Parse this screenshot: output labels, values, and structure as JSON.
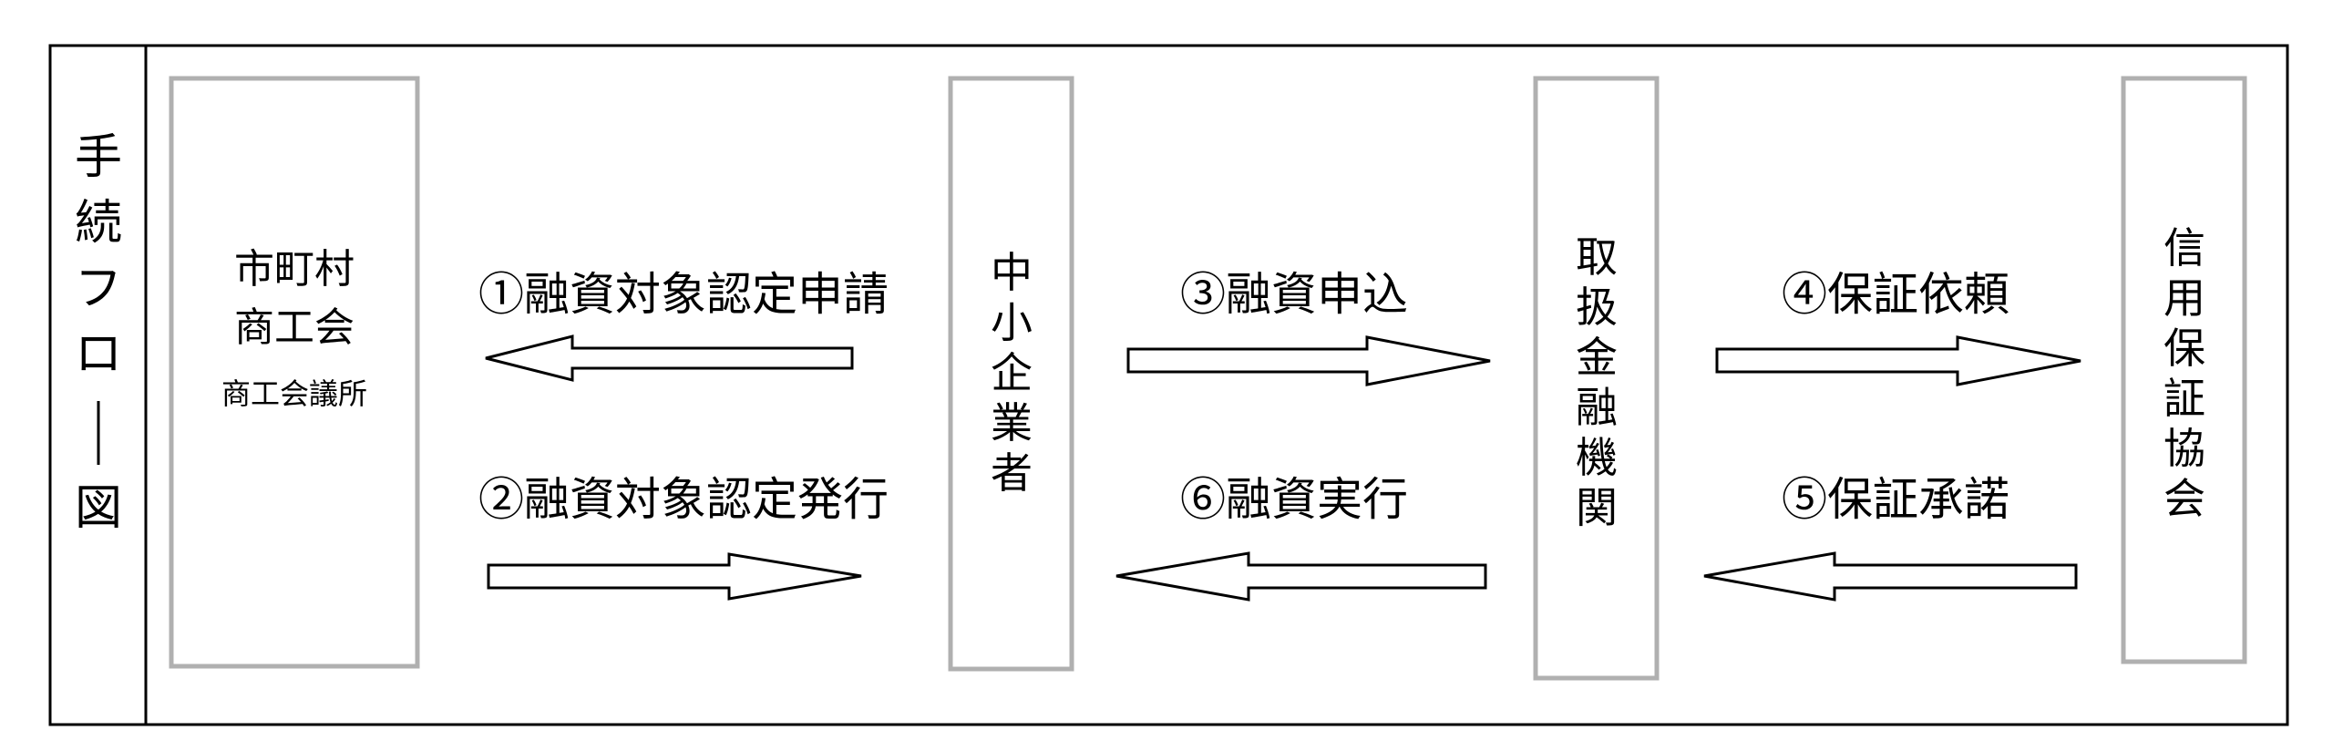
{
  "title": "手続フロー図",
  "entities": {
    "municipality": {
      "lines": [
        "市町村",
        "商工会"
      ],
      "sub": "商工会議所"
    },
    "sme": {
      "label": "中小企業者"
    },
    "bank": {
      "label": "取扱金融機関"
    },
    "guarantee": {
      "label": "信用保証協会"
    }
  },
  "flows": {
    "step1": "①融資対象認定申請",
    "step2": "②融資対象認定発行",
    "step3": "③融資申込",
    "step4": "④保証依頼",
    "step5": "⑤保証承諾",
    "step6": "⑥融資実行"
  },
  "colors": {
    "frame": "#000000",
    "box_border": "#b0b0b0",
    "arrow_stroke": "#000000",
    "text": "#000000"
  }
}
